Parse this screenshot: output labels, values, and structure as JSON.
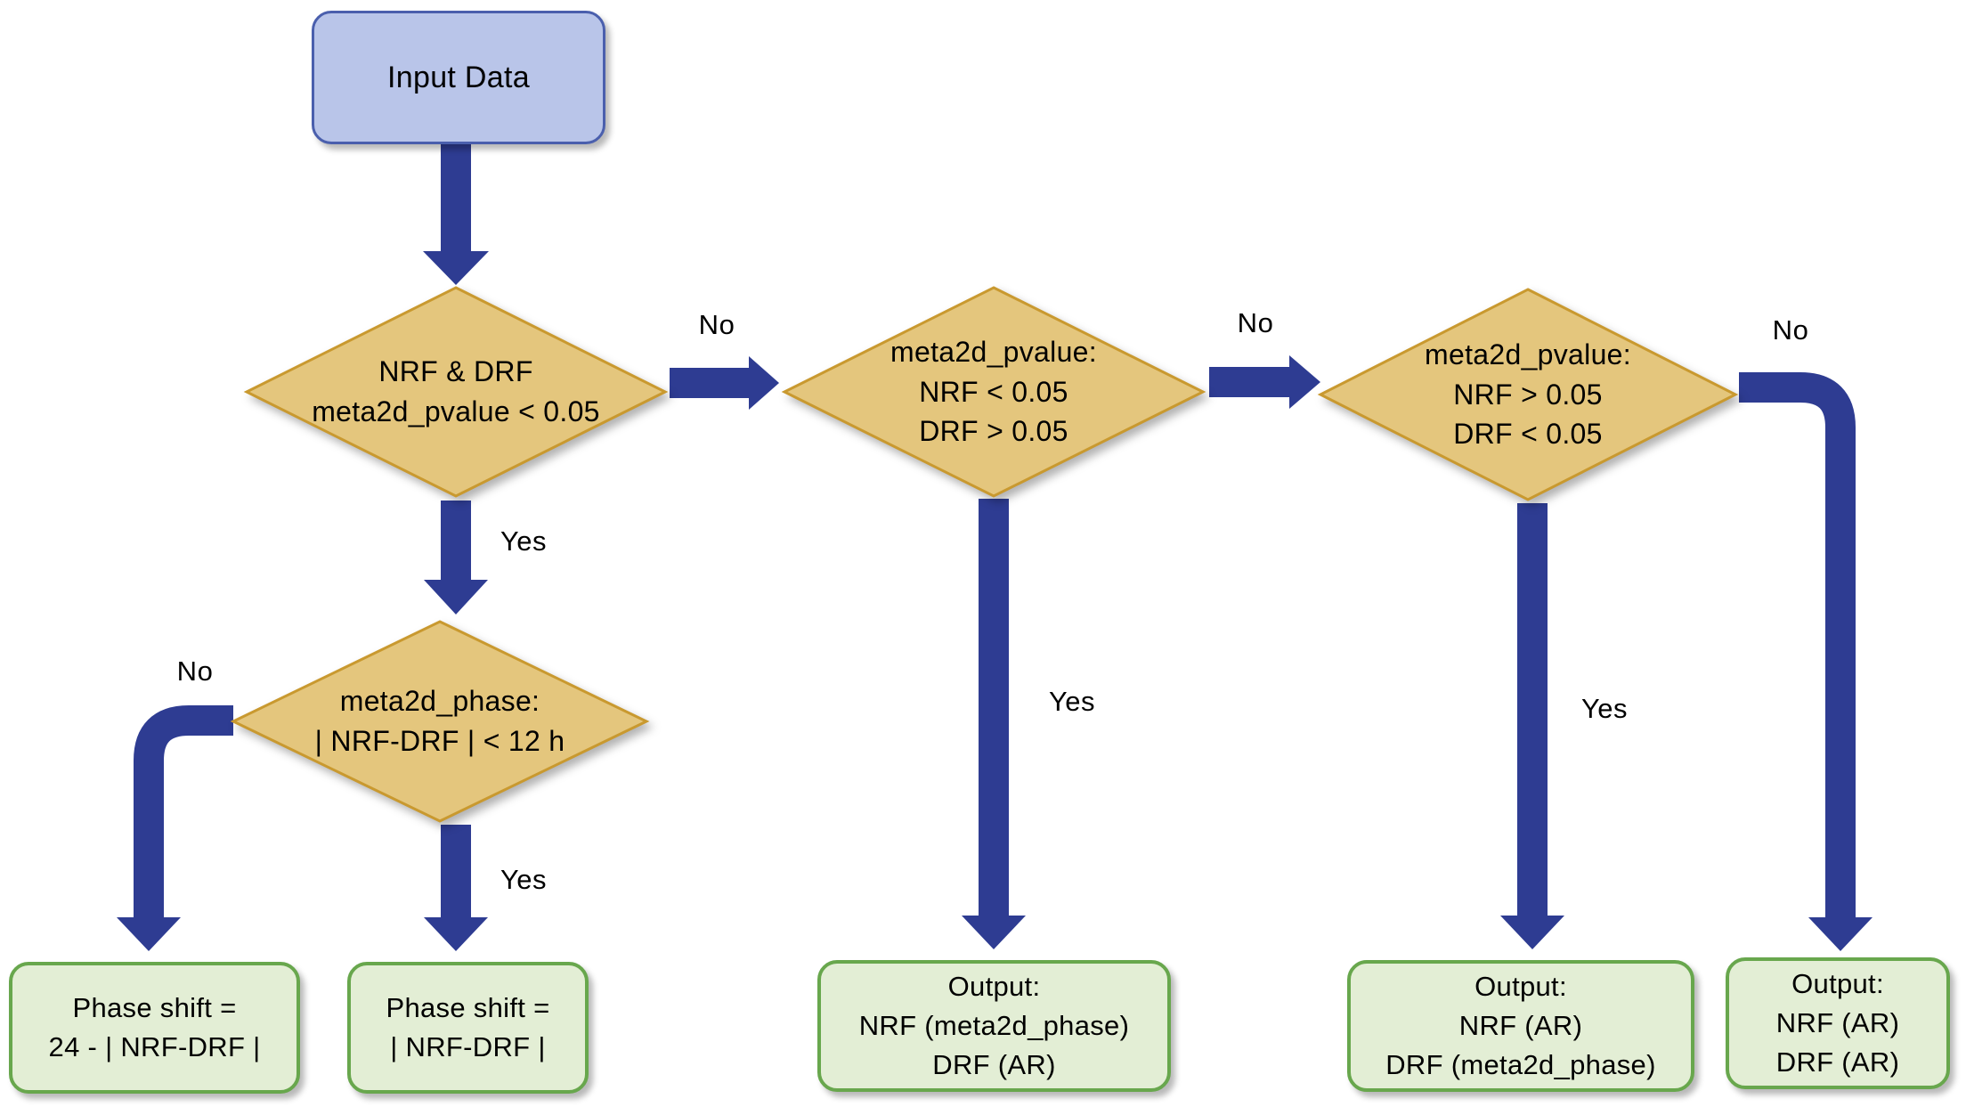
{
  "diagram": {
    "nodes": {
      "input": {
        "label": "Input Data"
      },
      "d1": {
        "lines": [
          "NRF & DRF",
          "meta2d_pvalue < 0.05"
        ]
      },
      "d2": {
        "lines": [
          "meta2d_pvalue:",
          "NRF < 0.05",
          "DRF > 0.05"
        ]
      },
      "d3": {
        "lines": [
          "meta2d_pvalue:",
          "NRF > 0.05",
          "DRF < 0.05"
        ]
      },
      "d4": {
        "lines": [
          "meta2d_phase:",
          "| NRF-DRF | < 12 h"
        ]
      },
      "out1": {
        "lines": [
          "Phase shift =",
          "24 - | NRF-DRF |"
        ]
      },
      "out2": {
        "lines": [
          "Phase shift =",
          "| NRF-DRF |"
        ]
      },
      "out3": {
        "lines": [
          "Output:",
          "NRF (meta2d_phase)",
          "DRF (AR)"
        ]
      },
      "out4": {
        "lines": [
          "Output:",
          "NRF (AR)",
          "DRF (meta2d_phase)"
        ]
      },
      "out5": {
        "lines": [
          "Output:",
          "NRF (AR)",
          "DRF (AR)"
        ]
      }
    },
    "edge_labels": {
      "no_d1_d2": "No",
      "no_d2_d3": "No",
      "no_d3_out5": "No",
      "no_d4_out1": "No",
      "yes_d1_d4": "Yes",
      "yes_d4_out2": "Yes",
      "yes_d2_out3": "Yes",
      "yes_d3_out4": "Yes"
    }
  },
  "colors": {
    "arrow": "#2e3c92",
    "diamondFill": "#e4c67d",
    "diamondStroke": "#c9992f",
    "inputFill": "#b9c5e9",
    "inputStroke": "#4a5fad",
    "outputFill": "#e3eed5",
    "outputStroke": "#68a74d"
  }
}
